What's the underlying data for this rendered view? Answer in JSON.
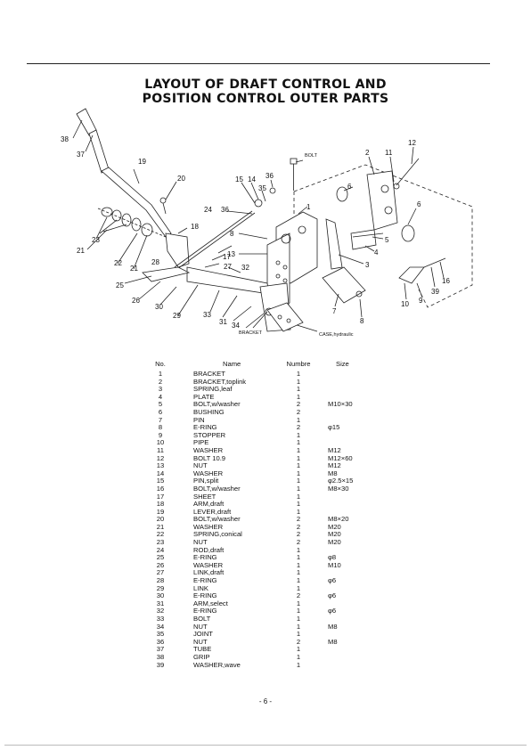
{
  "title": {
    "line1": "LAYOUT OF DRAFT CONTROL AND",
    "line2": "POSITION CONTROL OUTER PARTS"
  },
  "diagram": {
    "labels": {
      "bolt": "BOLT",
      "bracket": "BRACKET",
      "case_hydraulic": "CASE,hydraulic",
      "n1": "1",
      "n2": "2",
      "n3": "3",
      "n4": "4",
      "n5": "5",
      "n6": "6",
      "n6b": "6",
      "n7": "7",
      "n8": "8",
      "n8b": "8",
      "n9": "9",
      "n10": "10",
      "n11": "11",
      "n12": "12",
      "n13": "13",
      "n14": "14",
      "n15": "15",
      "n16": "16",
      "n17": "17",
      "n18": "18",
      "n19": "19",
      "n20": "20",
      "n21": "21",
      "n21b": "21",
      "n22": "22",
      "n23": "23",
      "n24": "24",
      "n25": "25",
      "n26": "26",
      "n27": "27",
      "n28": "28",
      "n29": "29",
      "n30": "30",
      "n31": "31",
      "n32": "32",
      "n33": "33",
      "n34": "34",
      "n35": "35",
      "n36": "36",
      "n36b": "36",
      "n37": "37",
      "n38": "38",
      "n39": "39"
    }
  },
  "parts_table": {
    "headers": {
      "no": "No.",
      "name": "Name",
      "number": "Numbre",
      "size": "Size"
    },
    "rows": [
      {
        "no": "1",
        "name": "BRACKET",
        "number": "1",
        "size": ""
      },
      {
        "no": "2",
        "name": "BRACKET,toplink",
        "number": "1",
        "size": ""
      },
      {
        "no": "3",
        "name": "SPRING,leaf",
        "number": "1",
        "size": ""
      },
      {
        "no": "4",
        "name": "PLATE",
        "number": "1",
        "size": ""
      },
      {
        "no": "5",
        "name": "BOLT,w/washer",
        "number": "2",
        "size": "M10×30"
      },
      {
        "no": "6",
        "name": "BUSHING",
        "number": "2",
        "size": ""
      },
      {
        "no": "7",
        "name": "PIN",
        "number": "1",
        "size": ""
      },
      {
        "no": "8",
        "name": "E-RING",
        "number": "2",
        "size": "φ15"
      },
      {
        "no": "9",
        "name": "STOPPER",
        "number": "1",
        "size": ""
      },
      {
        "no": "10",
        "name": "PIPE",
        "number": "1",
        "size": ""
      },
      {
        "no": "11",
        "name": "WASHER",
        "number": "1",
        "size": "M12"
      },
      {
        "no": "12",
        "name": "BOLT 10.9",
        "number": "1",
        "size": "M12×60"
      },
      {
        "no": "13",
        "name": "NUT",
        "number": "1",
        "size": "M12"
      },
      {
        "no": "14",
        "name": "WASHER",
        "number": "1",
        "size": "M8"
      },
      {
        "no": "15",
        "name": "PIN,split",
        "number": "1",
        "size": "φ2.5×15"
      },
      {
        "no": "16",
        "name": "BOLT,w/washer",
        "number": "1",
        "size": "M8×30"
      },
      {
        "no": "17",
        "name": "SHEET",
        "number": "1",
        "size": ""
      },
      {
        "no": "18",
        "name": "ARM,draft",
        "number": "1",
        "size": ""
      },
      {
        "no": "19",
        "name": "LEVER,draft",
        "number": "1",
        "size": ""
      },
      {
        "no": "20",
        "name": "BOLT,w/washer",
        "number": "2",
        "size": "M8×20"
      },
      {
        "no": "21",
        "name": "WASHER",
        "number": "2",
        "size": "M20"
      },
      {
        "no": "22",
        "name": "SPRING,conical",
        "number": "2",
        "size": "M20"
      },
      {
        "no": "23",
        "name": "NUT",
        "number": "2",
        "size": "M20"
      },
      {
        "no": "24",
        "name": "ROD,draft",
        "number": "1",
        "size": ""
      },
      {
        "no": "25",
        "name": "E-RING",
        "number": "1",
        "size": "φ8"
      },
      {
        "no": "26",
        "name": "WASHER",
        "number": "1",
        "size": "M10"
      },
      {
        "no": "27",
        "name": "LINK,draft",
        "number": "1",
        "size": ""
      },
      {
        "no": "28",
        "name": "E-RING",
        "number": "1",
        "size": "φ6"
      },
      {
        "no": "29",
        "name": "LINK",
        "number": "1",
        "size": ""
      },
      {
        "no": "30",
        "name": "E-RING",
        "number": "2",
        "size": "φ6"
      },
      {
        "no": "31",
        "name": "ARM,select",
        "number": "1",
        "size": ""
      },
      {
        "no": "32",
        "name": "E-RING",
        "number": "1",
        "size": "φ6"
      },
      {
        "no": "33",
        "name": "BOLT",
        "number": "1",
        "size": ""
      },
      {
        "no": "34",
        "name": "NUT",
        "number": "1",
        "size": "M8"
      },
      {
        "no": "35",
        "name": "JOINT",
        "number": "1",
        "size": ""
      },
      {
        "no": "36",
        "name": "NUT",
        "number": "2",
        "size": "M8"
      },
      {
        "no": "37",
        "name": "TUBE",
        "number": "1",
        "size": ""
      },
      {
        "no": "38",
        "name": "GRIP",
        "number": "1",
        "size": ""
      },
      {
        "no": "39",
        "name": "WASHER,wave",
        "number": "1",
        "size": ""
      }
    ]
  },
  "footer": {
    "page": "- 6 -"
  }
}
